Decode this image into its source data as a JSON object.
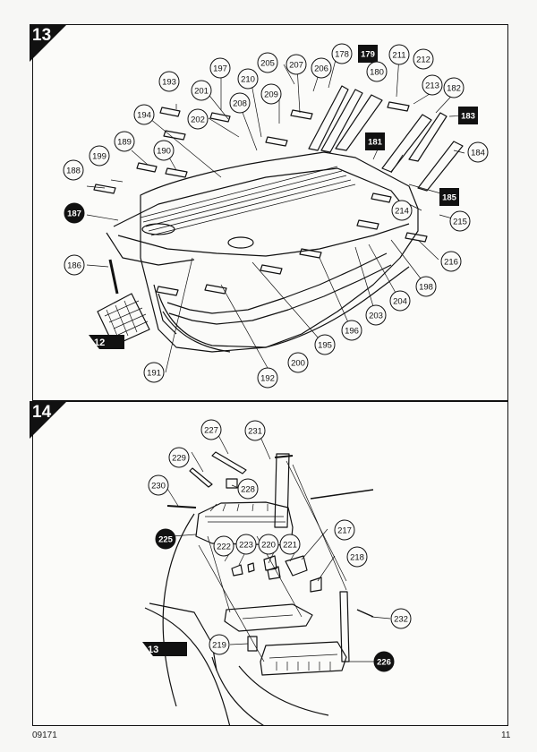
{
  "steps": {
    "step13": {
      "number": "13",
      "ref_step": "12",
      "callouts": [
        "178",
        "179",
        "180",
        "181",
        "182",
        "183",
        "184",
        "185",
        "186",
        "187",
        "188",
        "189",
        "190",
        "191",
        "192",
        "193",
        "194",
        "195",
        "196",
        "197",
        "198",
        "199",
        "200",
        "201",
        "202",
        "203",
        "204",
        "205",
        "206",
        "207",
        "208",
        "209",
        "210",
        "211",
        "212",
        "213",
        "214",
        "215",
        "216"
      ]
    },
    "step14": {
      "number": "14",
      "ref_step": "13",
      "callouts": [
        "217",
        "218",
        "219",
        "220",
        "221",
        "222",
        "223",
        "225",
        "226",
        "227",
        "228",
        "229",
        "230",
        "231",
        "232"
      ]
    }
  },
  "footer": {
    "code": "09171",
    "page": "11"
  },
  "styles": {
    "ink": "#111111",
    "paper": "#fbfbf9",
    "filled_callout": "#111111"
  }
}
